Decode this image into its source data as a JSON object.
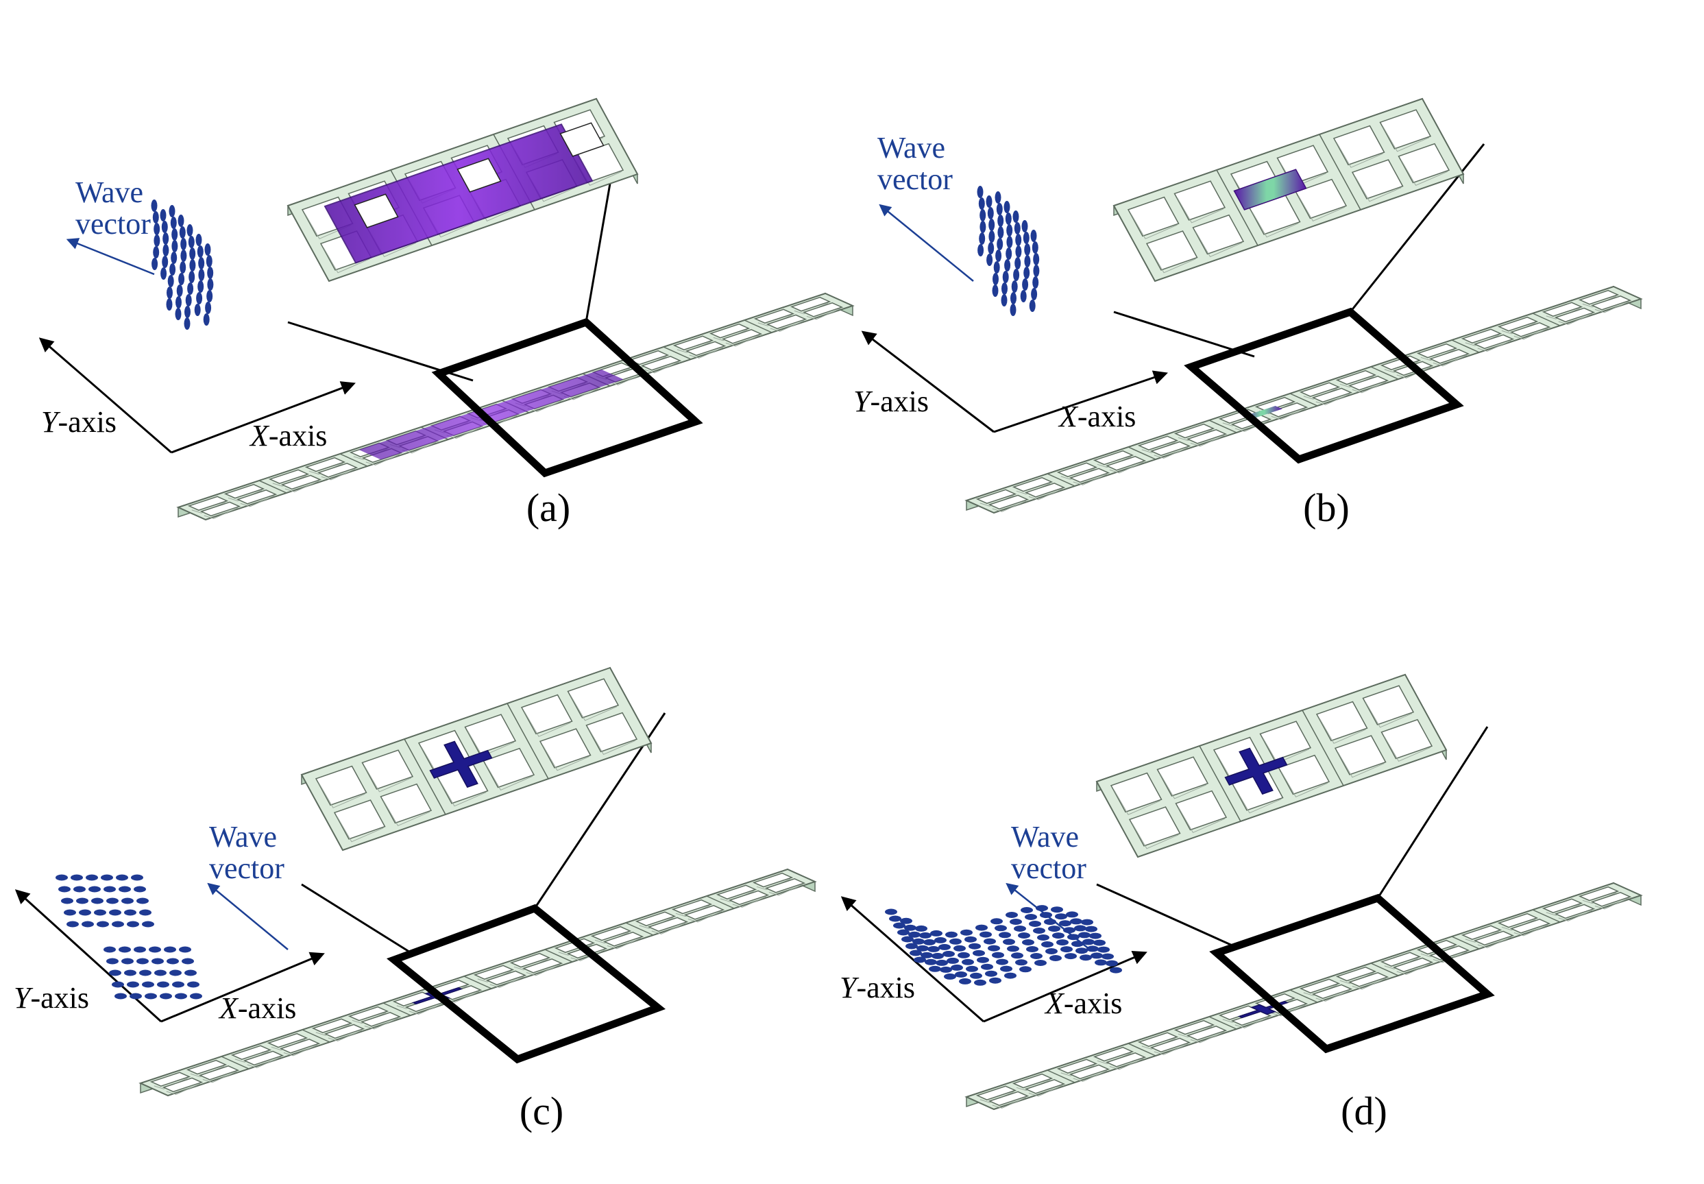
{
  "colors": {
    "plate": "#dcebdc",
    "plate_dark": "#b9d3bd",
    "edge": "#5c6b5e",
    "purple": "#6a1fb0",
    "navy": "#1e1a8c",
    "green_mode": "#64c99a",
    "blue_label": "#1c3f94",
    "particle": "#1f3a93"
  },
  "axes": {
    "x_label_var": "X",
    "y_label_var": "Y",
    "label_suffix": "-axis"
  },
  "wave_label": {
    "line1": "Wave",
    "line2": "vector"
  },
  "panels": [
    {
      "id": "a",
      "caption": "(a)",
      "mode": "bending-purple",
      "particles": "vertical-tilted"
    },
    {
      "id": "b",
      "caption": "(b)",
      "mode": "bridge-only",
      "particles": "vertical-tilted"
    },
    {
      "id": "c",
      "caption": "(c)",
      "mode": "cross-navy",
      "particles": "horizontal-grid"
    },
    {
      "id": "d",
      "caption": "(d)",
      "mode": "cross-navy",
      "particles": "sine-wave"
    }
  ]
}
